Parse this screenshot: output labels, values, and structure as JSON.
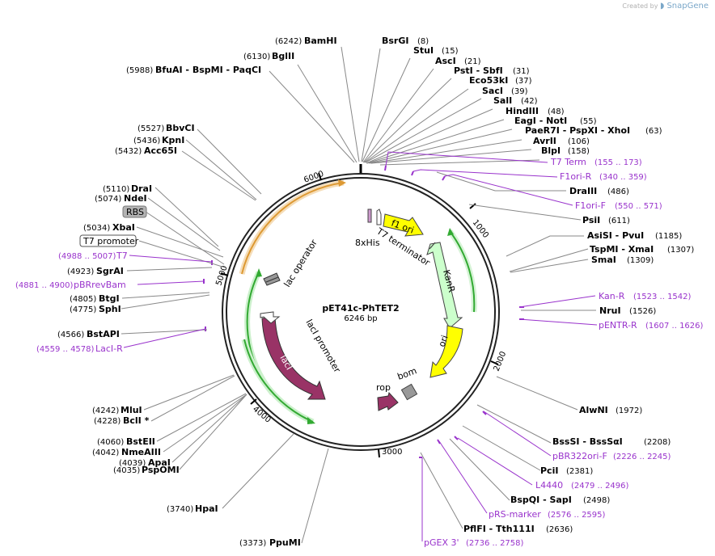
{
  "credit": {
    "created_by": "Created by",
    "brand": "SnapGene"
  },
  "plasmid": {
    "name": "pET41c-PhTET2",
    "size": "6246 bp",
    "length": 6246
  },
  "ticks": [
    "1000",
    "2000",
    "3000",
    "4000",
    "5000",
    "6000"
  ],
  "sites_left": [
    {
      "name": "BamHI",
      "pos": "(6242)"
    },
    {
      "name": "BglII",
      "pos": "(6130)"
    },
    {
      "name": "BfuAI  - BspMI  - PaqCI",
      "pos": "(5988)"
    },
    {
      "name": "BbvCI",
      "pos": "(5527)"
    },
    {
      "name": "KpnI",
      "pos": "(5436)"
    },
    {
      "name": "Acc65I",
      "pos": "(5432)"
    },
    {
      "name": "DraI",
      "pos": "(5110)"
    },
    {
      "name": "NdeI",
      "pos": "(5074)"
    },
    {
      "name": "XbaI",
      "pos": "(5034)"
    },
    {
      "name": "SgrAI",
      "pos": "(4923)"
    },
    {
      "name": "BtgI",
      "pos": "(4805)"
    },
    {
      "name": "SphI",
      "pos": "(4775)"
    },
    {
      "name": "BstAPI",
      "pos": "(4566)"
    },
    {
      "name": "MluI",
      "pos": "(4242)"
    },
    {
      "name": "BclI *",
      "pos": "(4228)"
    },
    {
      "name": "BstEII",
      "pos": "(4060)"
    },
    {
      "name": "NmeAIII",
      "pos": "(4042)"
    },
    {
      "name": "ApaI",
      "pos": "(4039)"
    },
    {
      "name": "PspOMI",
      "pos": "(4035)"
    },
    {
      "name": "HpaI",
      "pos": "(3740)"
    },
    {
      "name": "PpuMI",
      "pos": "(3373)"
    }
  ],
  "sites_right": [
    {
      "name": "BsrGI",
      "pos": "(8)"
    },
    {
      "name": "StuI",
      "pos": "(15)"
    },
    {
      "name": "AscI",
      "pos": "(21)"
    },
    {
      "name": "PstI  - SbfI",
      "pos": "(31)"
    },
    {
      "name": "Eco53kI",
      "pos": "(37)"
    },
    {
      "name": "SacI",
      "pos": "(39)"
    },
    {
      "name": "SalI",
      "pos": "(42)"
    },
    {
      "name": "HindIII",
      "pos": "(48)"
    },
    {
      "name": "EagI  - NotI",
      "pos": "(55)"
    },
    {
      "name": "PaeR7I  - PspXI  - XhoI",
      "pos": "(63)"
    },
    {
      "name": "AvrII",
      "pos": "(106)"
    },
    {
      "name": "BlpI",
      "pos": "(158)"
    },
    {
      "name": "DraIII",
      "pos": "(486)"
    },
    {
      "name": "PsiI",
      "pos": "(611)"
    },
    {
      "name": "AsiSI  - PvuI",
      "pos": "(1185)"
    },
    {
      "name": "TspMI  - XmaI",
      "pos": "(1307)"
    },
    {
      "name": "SmaI",
      "pos": "(1309)"
    },
    {
      "name": "NruI",
      "pos": "(1526)"
    },
    {
      "name": "AlwNI",
      "pos": "(1972)"
    },
    {
      "name": "BssSI  - BssSαI",
      "pos": "(2208)"
    },
    {
      "name": "PciI",
      "pos": "(2381)"
    },
    {
      "name": "BspQI  - SapI",
      "pos": "(2498)"
    },
    {
      "name": "PflFI  - Tth111I",
      "pos": "(2636)"
    }
  ],
  "primers": [
    {
      "name": "T7 Term",
      "range": "(155 .. 173)"
    },
    {
      "name": "F1ori-R",
      "range": "(340 .. 359)"
    },
    {
      "name": "F1ori-F",
      "range": "(550 .. 571)"
    },
    {
      "name": "Kan-R",
      "range": "(1523 .. 1542)"
    },
    {
      "name": "pENTR-R",
      "range": "(1607 .. 1626)"
    },
    {
      "name": "pBR322ori-F",
      "range": "(2226 .. 2245)"
    },
    {
      "name": "L4440",
      "range": "(2479 .. 2496)"
    },
    {
      "name": "pRS-marker",
      "range": "(2576 .. 2595)"
    },
    {
      "name": "pGEX 3'",
      "range": "(2736 .. 2758)"
    },
    {
      "name": "T7",
      "range": "(4988 .. 5007)"
    },
    {
      "name": "pBRrevBam",
      "range": "(4881 .. 4900)"
    },
    {
      "name": "LacI-R",
      "range": "(4559 .. 4578)"
    }
  ],
  "boxed_labels": [
    {
      "name": "RBS"
    },
    {
      "name": "T7 promoter"
    }
  ],
  "features": [
    {
      "name": "f1 ori",
      "color": "#ffff00"
    },
    {
      "name": "KanR",
      "color": "#ccffcc"
    },
    {
      "name": "ori",
      "color": "#ffff00"
    },
    {
      "name": "lacI",
      "color": "#993366"
    },
    {
      "name": "rop",
      "color": "#993366"
    },
    {
      "name": "bom",
      "color": "#999999"
    },
    {
      "name": "T7 terminator",
      "color": "#999999"
    },
    {
      "name": "8xHis",
      "color": "#cc99cc"
    },
    {
      "name": "lac operator",
      "color": "#999999"
    },
    {
      "name": "lacI promoter",
      "color": "#ffffff"
    }
  ],
  "colors": {
    "primer": "#9933cc",
    "arc_green": "#33aa33",
    "arc_orange": "#dd9933",
    "backbone": "#222222"
  }
}
